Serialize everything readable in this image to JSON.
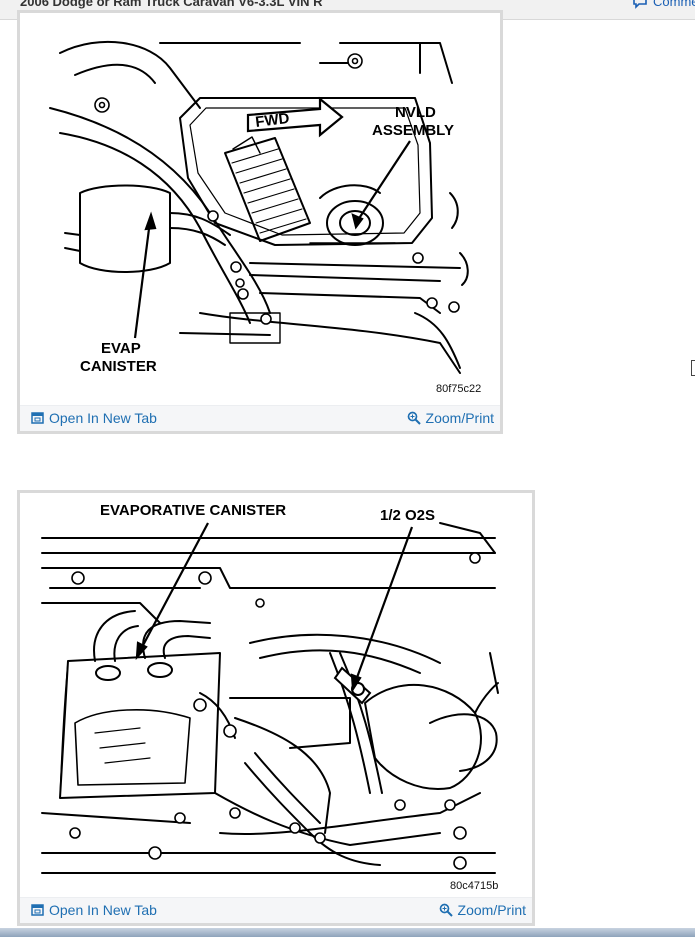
{
  "header": {
    "title": "2006 Dodge or Ram Truck Caravan V6-3.3L VIN R",
    "comments_label": "Comments"
  },
  "figure1": {
    "labels": {
      "fwd": "FWD",
      "nvld_line1": "NVLD",
      "nvld_line2": "ASSEMBLY",
      "evap_line1": "EVAP",
      "evap_line2": "CANISTER"
    },
    "figure_id": "80f75c22",
    "open_label": "Open In New Tab",
    "zoom_label": "Zoom/Print"
  },
  "figure2": {
    "labels": {
      "canister": "EVAPORATIVE CANISTER",
      "o2s": "1/2 O2S"
    },
    "figure_id": "80c4715b",
    "open_label": "Open In New Tab",
    "zoom_label": "Zoom/Print"
  },
  "icons": {
    "comments": "chat-bubble-icon",
    "open": "open-in-new-tab-icon",
    "zoom": "magnifier-icon"
  },
  "colors": {
    "link": "#1f6fb2",
    "card_border": "#d9d9d9",
    "footer_bg": "#f5f6f8"
  }
}
